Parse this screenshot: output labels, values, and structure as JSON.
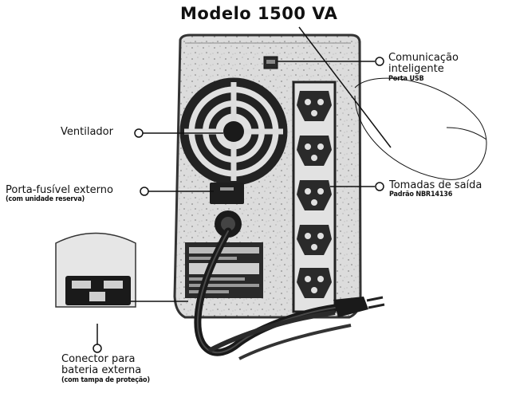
{
  "title": "Modelo 1500 VA",
  "labels": {
    "usb": {
      "main": "Comunicação\ninteligente",
      "sub": "Porta USB"
    },
    "fan": {
      "main": "Ventilador"
    },
    "fuse": {
      "main": "Porta-fusível externo",
      "sub": "(com unidade reserva)"
    },
    "outlets": {
      "main": "Tomadas de saída",
      "sub": "Padrão NBR14136"
    },
    "battery": {
      "main": "Conector para\nbateria externa",
      "sub": "(com tampa de proteção)"
    }
  },
  "colors": {
    "body": "#d9d9d9",
    "dark": "#1a1a1a",
    "outlet": "#2a2a2a",
    "line": "#111111"
  }
}
